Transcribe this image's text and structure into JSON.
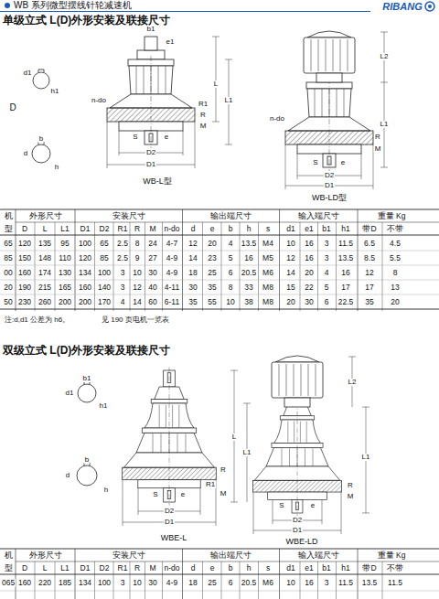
{
  "diagram": {
    "title": "WB 系列微型摆线针轮减速机",
    "labels": [
      "RIBANG",
      "单级立式 L(D)外形安装及联接尺寸",
      "d1",
      "h1",
      "D",
      "b",
      "d",
      "h",
      "b1",
      "e1",
      "L",
      "L1",
      "n-do",
      "R1",
      "R",
      "M",
      "S",
      "e",
      "D2",
      "D1",
      "WB-L型",
      "L2",
      "L1",
      "n-do",
      "R",
      "M",
      "S",
      "e",
      "D2",
      "D1",
      "WB-LD型",
      "机",
      "型",
      "外形尺寸",
      "安装尺寸",
      "输出端尺寸",
      "输入端尺寸",
      "重量 Kg",
      "D",
      "L",
      "L1",
      "D1",
      "D2",
      "R1",
      "R",
      "M",
      "n-do",
      "d",
      "e",
      "b",
      "h",
      "s",
      "d1",
      "e1",
      "b1",
      "h1",
      "带D",
      "不带",
      "65",
      "120",
      "135",
      "95",
      "100",
      "65",
      "2.5",
      "8",
      "24",
      "4-7",
      "12",
      "20",
      "4",
      "13.5",
      "M4",
      "10",
      "16",
      "3",
      "11.5",
      "6.5",
      "4.5",
      "85",
      "150",
      "148",
      "110",
      "120",
      "85",
      "2.5",
      "9",
      "27",
      "4-9",
      "14",
      "23",
      "5",
      "16",
      "M5",
      "12",
      "16",
      "3",
      "13.5",
      "8.5",
      "5.5",
      "00",
      "160",
      "174",
      "130",
      "134",
      "100",
      "3",
      "10",
      "30",
      "4-9",
      "18",
      "25",
      "6",
      "20.5",
      "M6",
      "14",
      "20",
      "4",
      "16",
      "12",
      "8",
      "20",
      "190",
      "215",
      "165",
      "160",
      "140",
      "3",
      "12",
      "40",
      "4-11",
      "30",
      "35",
      "8",
      "33",
      "M8",
      "15",
      "22",
      "5",
      "17",
      "17",
      "13",
      "50",
      "230",
      "260",
      "200",
      "200",
      "170",
      "4",
      "14",
      "60",
      "6-11",
      "35",
      "55",
      "10",
      "38",
      "M8",
      "20",
      "30",
      "6",
      "22.5",
      "35",
      "20",
      "注:d,d1 公差为 h6。",
      "见 190 页电机一览表",
      "双级立式 L(D)外形安装及联接尺寸",
      "b1",
      "d1",
      "h1",
      "b",
      "d",
      "h",
      "L1",
      "L",
      "R",
      "R1",
      "M",
      "S",
      "e",
      "D2",
      "D1",
      "WBE-L",
      "L2",
      "L1",
      "R",
      "M",
      "S",
      "e",
      "D2",
      "D1",
      "WBE-LD",
      "机",
      "型",
      "外形尺寸",
      "安装尺寸",
      "输出端尺寸",
      "输入端尺寸",
      "重量 Kg",
      "D",
      "L",
      "L1",
      "D1",
      "D2",
      "R1",
      "R",
      "M",
      "n-do",
      "d",
      "e",
      "b",
      "h",
      "s",
      "d1",
      "e1",
      "b1",
      "h1",
      "带D",
      "不带",
      "065",
      "160",
      "220",
      "185",
      "134",
      "100",
      "3",
      "10",
      "30",
      "4-9",
      "18",
      "25",
      "6",
      "20.5",
      "M6",
      "10",
      "16",
      "3",
      "11.5",
      "13.5",
      "11.5"
    ]
  }
}
